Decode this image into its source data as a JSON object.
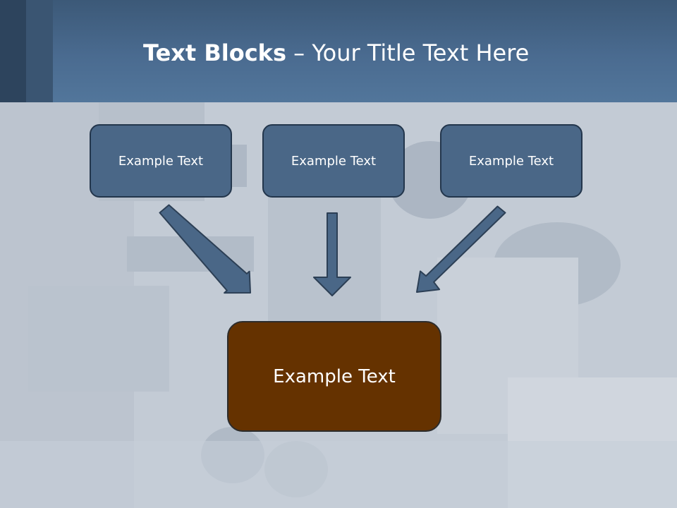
{
  "slide": {
    "title_bold": "Text Blocks",
    "title_rest": " – Your Title Text Here"
  },
  "diagram": {
    "top_boxes": [
      "Example Text",
      "Example Text",
      "Example Text"
    ],
    "bottom_box": "Example Text"
  },
  "colors": {
    "header": "#4a6b90",
    "top_box_fill": "#4a6787",
    "bottom_box_fill": "#653200",
    "arrow_fill": "#4a6787"
  }
}
